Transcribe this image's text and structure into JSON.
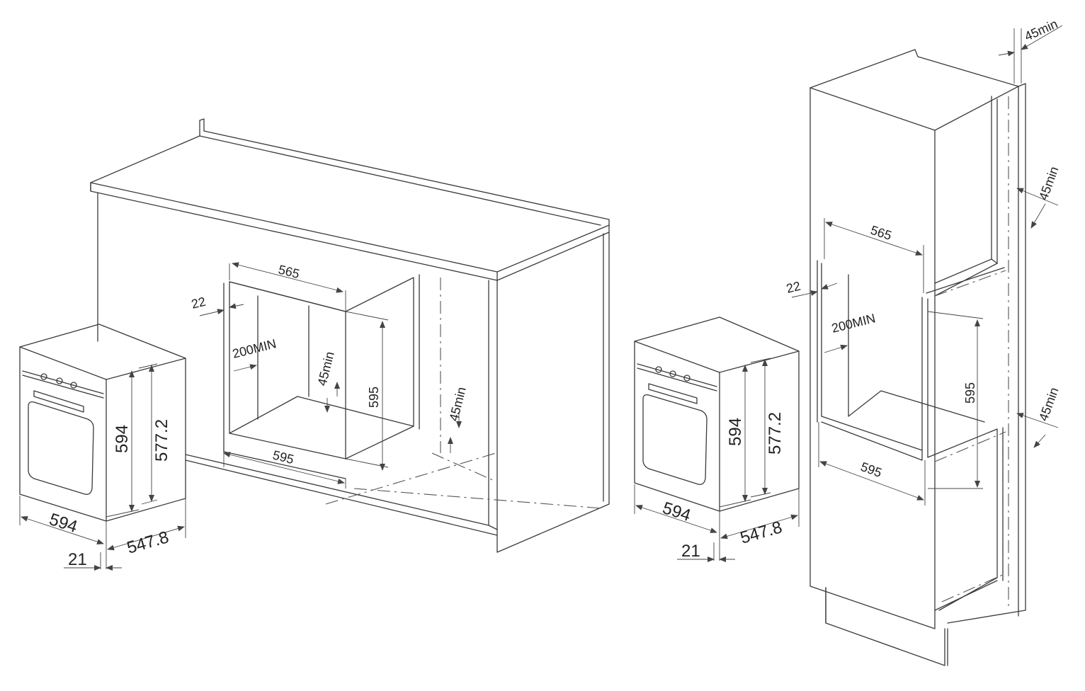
{
  "left_layout": {
    "cabinet": {
      "width_565": "565",
      "side_22": "22",
      "vent_200": "200MIN",
      "gap_45_inner": "45min",
      "height_595": "595",
      "gap_45_outer": "45min",
      "depth_595": "595"
    },
    "oven": {
      "height_594": "594",
      "height_5772": "577.2",
      "width_594": "594",
      "depth_5478": "547.8",
      "front_21": "21"
    }
  },
  "right_layout": {
    "cabinet": {
      "top_45": "45min",
      "width_565": "565",
      "side_22": "22",
      "vent_200": "200MIN",
      "height_595": "595",
      "side_45_upper": "45min",
      "side_45_lower": "45min",
      "depth_595": "595"
    },
    "oven": {
      "height_594": "594",
      "height_5772": "577.2",
      "width_594": "594",
      "depth_5478": "547.8",
      "front_21": "21"
    }
  }
}
